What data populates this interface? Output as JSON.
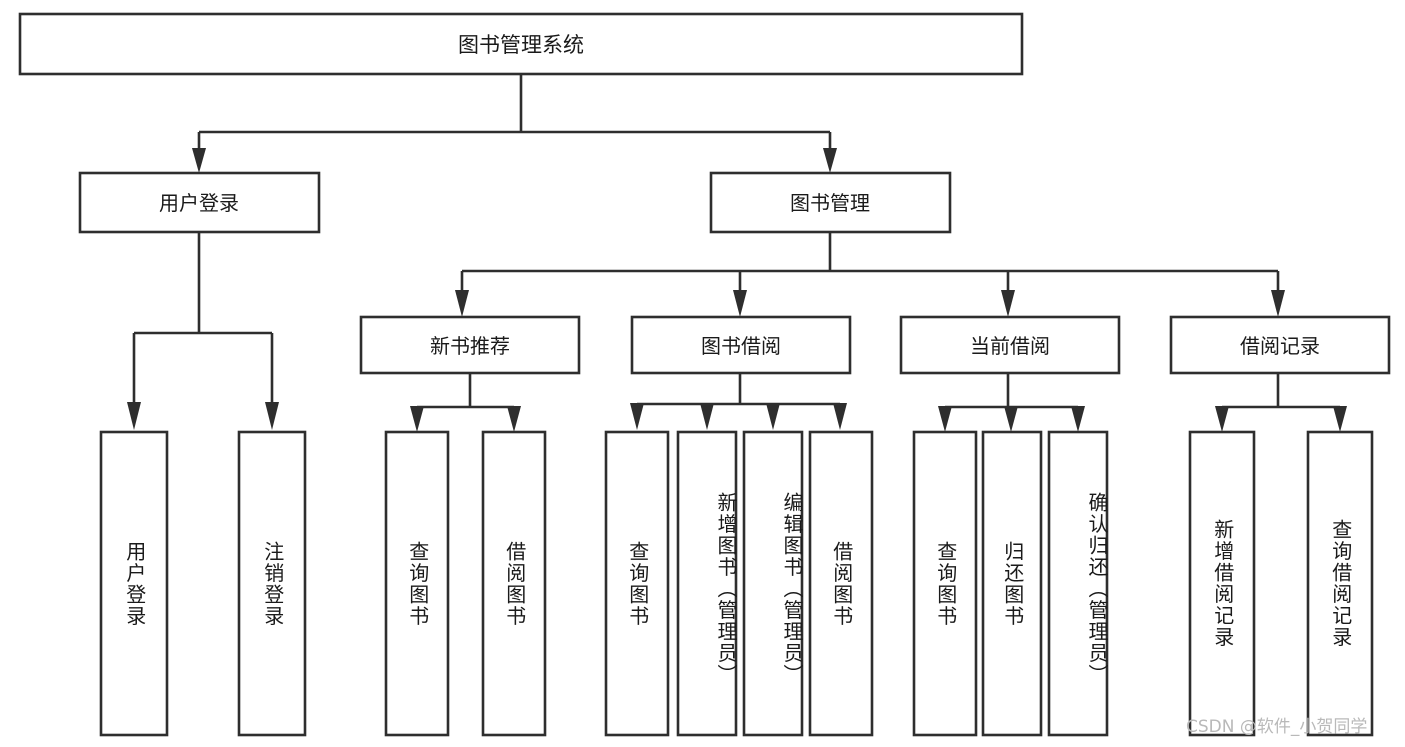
{
  "diagram": {
    "type": "tree-hierarchy",
    "title": "图书管理系统",
    "orientation": "top-down",
    "colors": {
      "background": "#ffffff",
      "box_stroke": "#2e2e2e",
      "box_fill": "#ffffff",
      "text": "#1a1a1a",
      "watermark": "#b9b9b9"
    },
    "levels": 3,
    "root": {
      "id": "root",
      "label": "图书管理系统"
    },
    "level1": [
      {
        "id": "user-login",
        "label": "用户登录"
      },
      {
        "id": "book-management",
        "label": "图书管理"
      }
    ],
    "level2": [
      {
        "id": "new-book-recommend",
        "label": "新书推荐",
        "parent": "book-management"
      },
      {
        "id": "book-borrow",
        "label": "图书借阅",
        "parent": "book-management"
      },
      {
        "id": "current-borrow",
        "label": "当前借阅",
        "parent": "book-management"
      },
      {
        "id": "borrow-record",
        "label": "借阅记录",
        "parent": "book-management"
      }
    ],
    "leaves": {
      "user-login": [
        {
          "id": "leaf-user-login",
          "label": "用户登录"
        },
        {
          "id": "leaf-logout",
          "label": "注销登录"
        }
      ],
      "new-book-recommend": [
        {
          "id": "leaf-query-book-1",
          "label": "查询图书"
        },
        {
          "id": "leaf-borrow-book-1",
          "label": "借阅图书"
        }
      ],
      "book-borrow": [
        {
          "id": "leaf-query-book-2",
          "label": "查询图书"
        },
        {
          "id": "leaf-add-book",
          "label": "新增图书（管理员）"
        },
        {
          "id": "leaf-edit-book",
          "label": "编辑图书（管理员）"
        },
        {
          "id": "leaf-borrow-book-2",
          "label": "借阅图书"
        }
      ],
      "current-borrow": [
        {
          "id": "leaf-query-book-3",
          "label": "查询图书"
        },
        {
          "id": "leaf-return-book",
          "label": "归还图书"
        },
        {
          "id": "leaf-confirm-return",
          "label": "确认归还（管理员）"
        }
      ],
      "borrow-record": [
        {
          "id": "leaf-add-record",
          "label": "新增借阅记录"
        },
        {
          "id": "leaf-query-record",
          "label": "查询借阅记录"
        }
      ]
    }
  },
  "watermark": {
    "text": "CSDN @软件_小贺同学"
  }
}
